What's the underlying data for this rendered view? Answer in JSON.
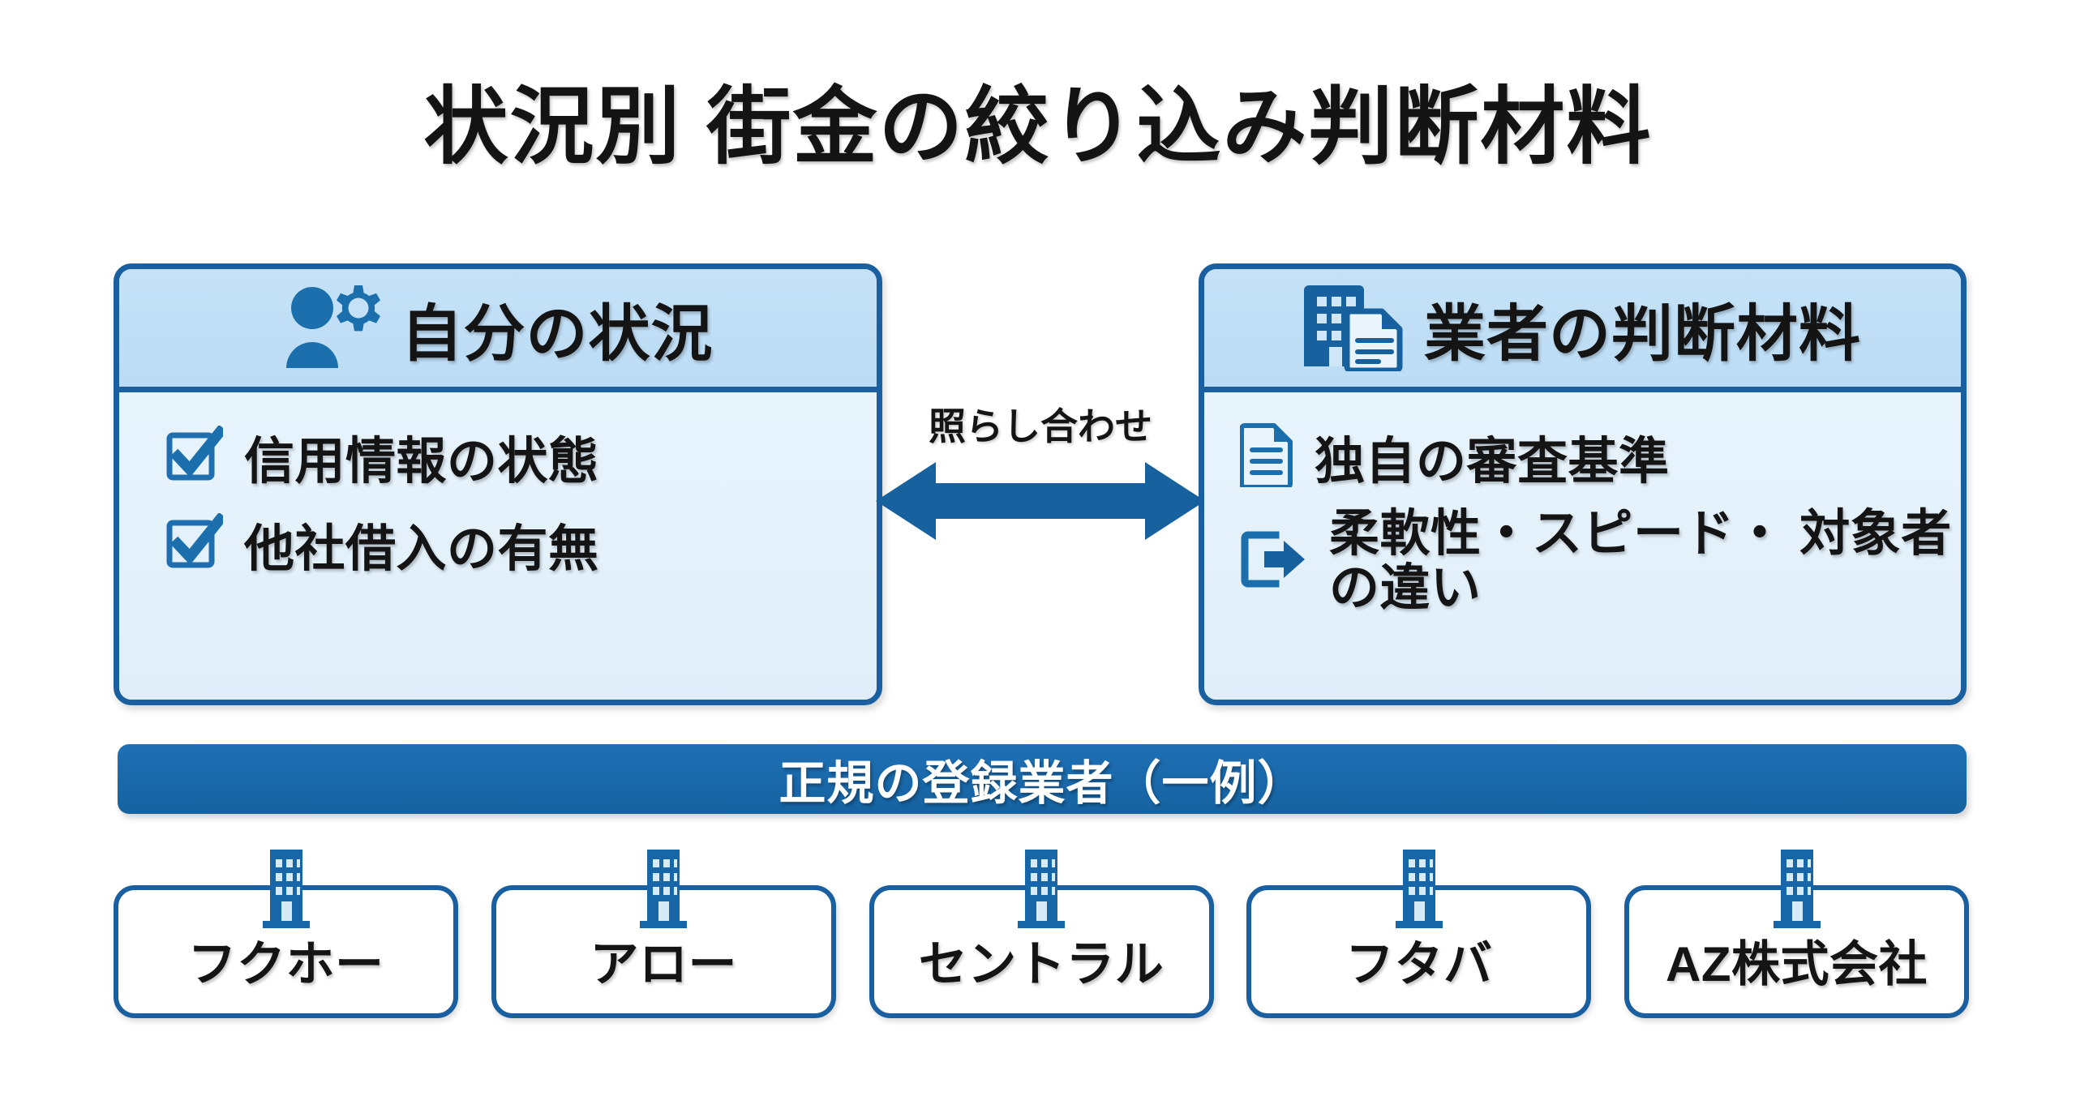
{
  "title": "状況別 街金の絞り込み判断材料",
  "colors": {
    "border_blue": "#1a5fa0",
    "icon_blue": "#1b6fad",
    "header_fill": "#bfdff5",
    "body_fill": "#e4f1fb",
    "banner_blue": "#1a68ac",
    "text_dark": "#141414",
    "white": "#ffffff"
  },
  "left_card": {
    "header": {
      "label": "自分の状況",
      "icon": "person-gear-icon"
    },
    "items": [
      {
        "label": "信用情報の状態",
        "icon": "checkbox-checked-icon"
      },
      {
        "label": "他社借入の有無",
        "icon": "checkbox-checked-icon"
      }
    ]
  },
  "right_card": {
    "header": {
      "label": "業者の判断材料",
      "icon": "building-document-icon"
    },
    "items": [
      {
        "label": "独自の審査基準",
        "icon": "document-icon"
      },
      {
        "label": "柔軟性・スピード・\n対象者の違い",
        "icon": "export-arrow-icon"
      }
    ]
  },
  "connector": {
    "label": "照らし合わせ",
    "icon": "double-arrow-horizontal-icon"
  },
  "banner": {
    "label": "正規の登録業者（一例）"
  },
  "companies": [
    {
      "label": "フクホー",
      "icon": "building-icon"
    },
    {
      "label": "アロー",
      "icon": "building-icon"
    },
    {
      "label": "セントラル",
      "icon": "building-icon"
    },
    {
      "label": "フタバ",
      "icon": "building-icon"
    },
    {
      "label": "AZ株式会社",
      "icon": "building-icon"
    }
  ]
}
